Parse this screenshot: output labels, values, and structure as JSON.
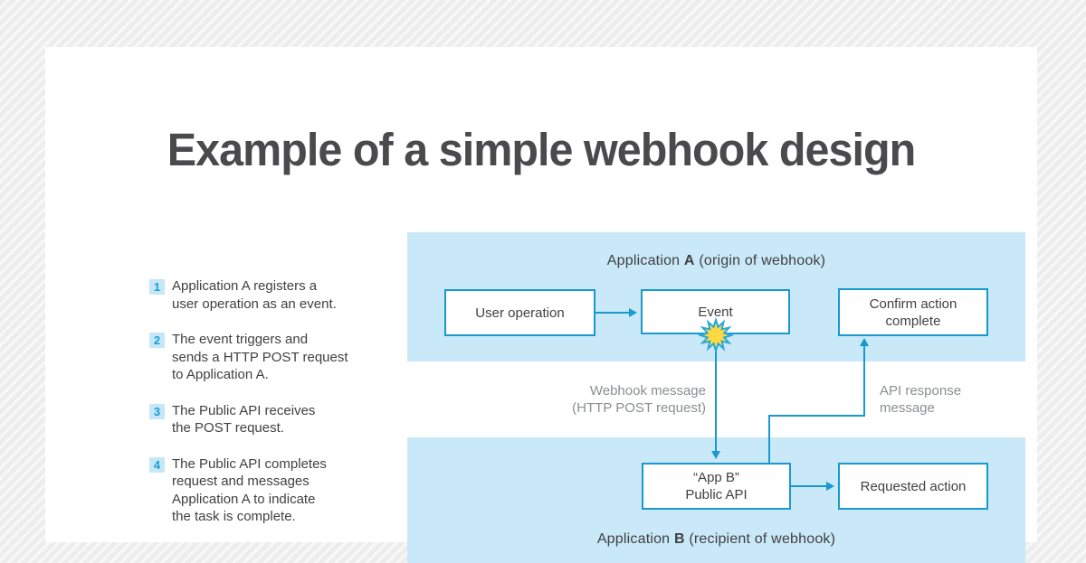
{
  "title": "Example of a simple webhook design",
  "steps": [
    {
      "num": "1",
      "text": "Application A registers a\nuser operation as an event."
    },
    {
      "num": "2",
      "text": "The event triggers and\nsends a HTTP POST request\nto Application A."
    },
    {
      "num": "3",
      "text": "The Public API receives\nthe POST request."
    },
    {
      "num": "4",
      "text": "The Public API completes\nrequest and messages\nApplication A to indicate\nthe task is complete."
    }
  ],
  "diagram": {
    "app_a_header": {
      "pre": "Application ",
      "letter": "A",
      "post": " (origin of webhook)"
    },
    "app_b_header": {
      "pre": "Application ",
      "letter": "B",
      "post": " (recipient of webhook)"
    },
    "nodes": {
      "user_operation": "User operation",
      "event": "Event",
      "confirm": "Confirm action\ncomplete",
      "app_b_api": "“App B”\nPublic API",
      "requested_action": "Requested action"
    },
    "labels": {
      "webhook": "Webhook message\n(HTTP POST request)",
      "api_response": "API response\nmessage"
    }
  },
  "colors": {
    "accent": "#1899cf",
    "band": "#c9e8f8",
    "badge-bg": "#c5e7f7",
    "badge-num": "#1b9dd9",
    "text": "#414042",
    "gray": "#8b8e90",
    "title": "#4a4a4c",
    "burst-fill": "#fed941",
    "burst-stroke": "#29a7dc",
    "card": "#ffffff",
    "bg-base": "#ededee",
    "bg-stripe": "#f8f8f8"
  }
}
